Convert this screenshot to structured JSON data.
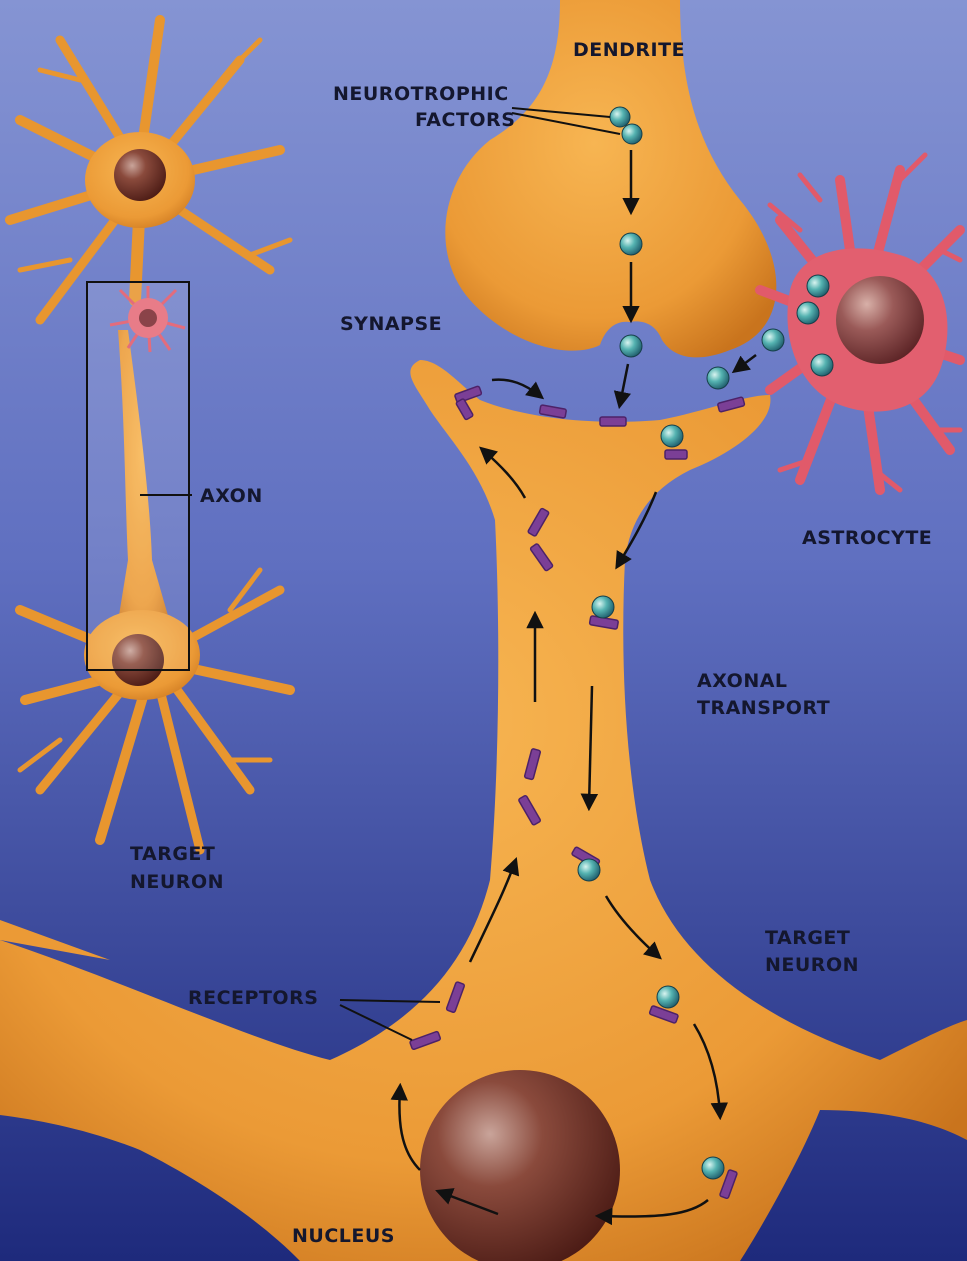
{
  "labels": {
    "dendrite": "DENDRITE",
    "neurotrophic_1": "NEUROTROPHIC",
    "neurotrophic_2": "FACTORS",
    "synapse": "SYNAPSE",
    "axon": "AXON",
    "astrocyte": "ASTROCYTE",
    "axonal_transport_1": "AXONAL",
    "axonal_transport_2": "TRANSPORT",
    "target_neuron_left_1": "TARGET",
    "target_neuron_left_2": "NEURON",
    "target_neuron_right_1": "TARGET",
    "target_neuron_right_2": "NEURON",
    "receptors": "RECEPTORS",
    "nucleus": "NUCLEUS"
  },
  "colors": {
    "background_top": "#7f90cf",
    "background_bottom": "#1d2a7a",
    "neuron": "#f0a340",
    "neuron_dark": "#c7741e",
    "nucleus": "#7a3328",
    "astrocyte": "#e0586a",
    "factor": "#4aa6a8",
    "receptor": "#7b3f96"
  }
}
